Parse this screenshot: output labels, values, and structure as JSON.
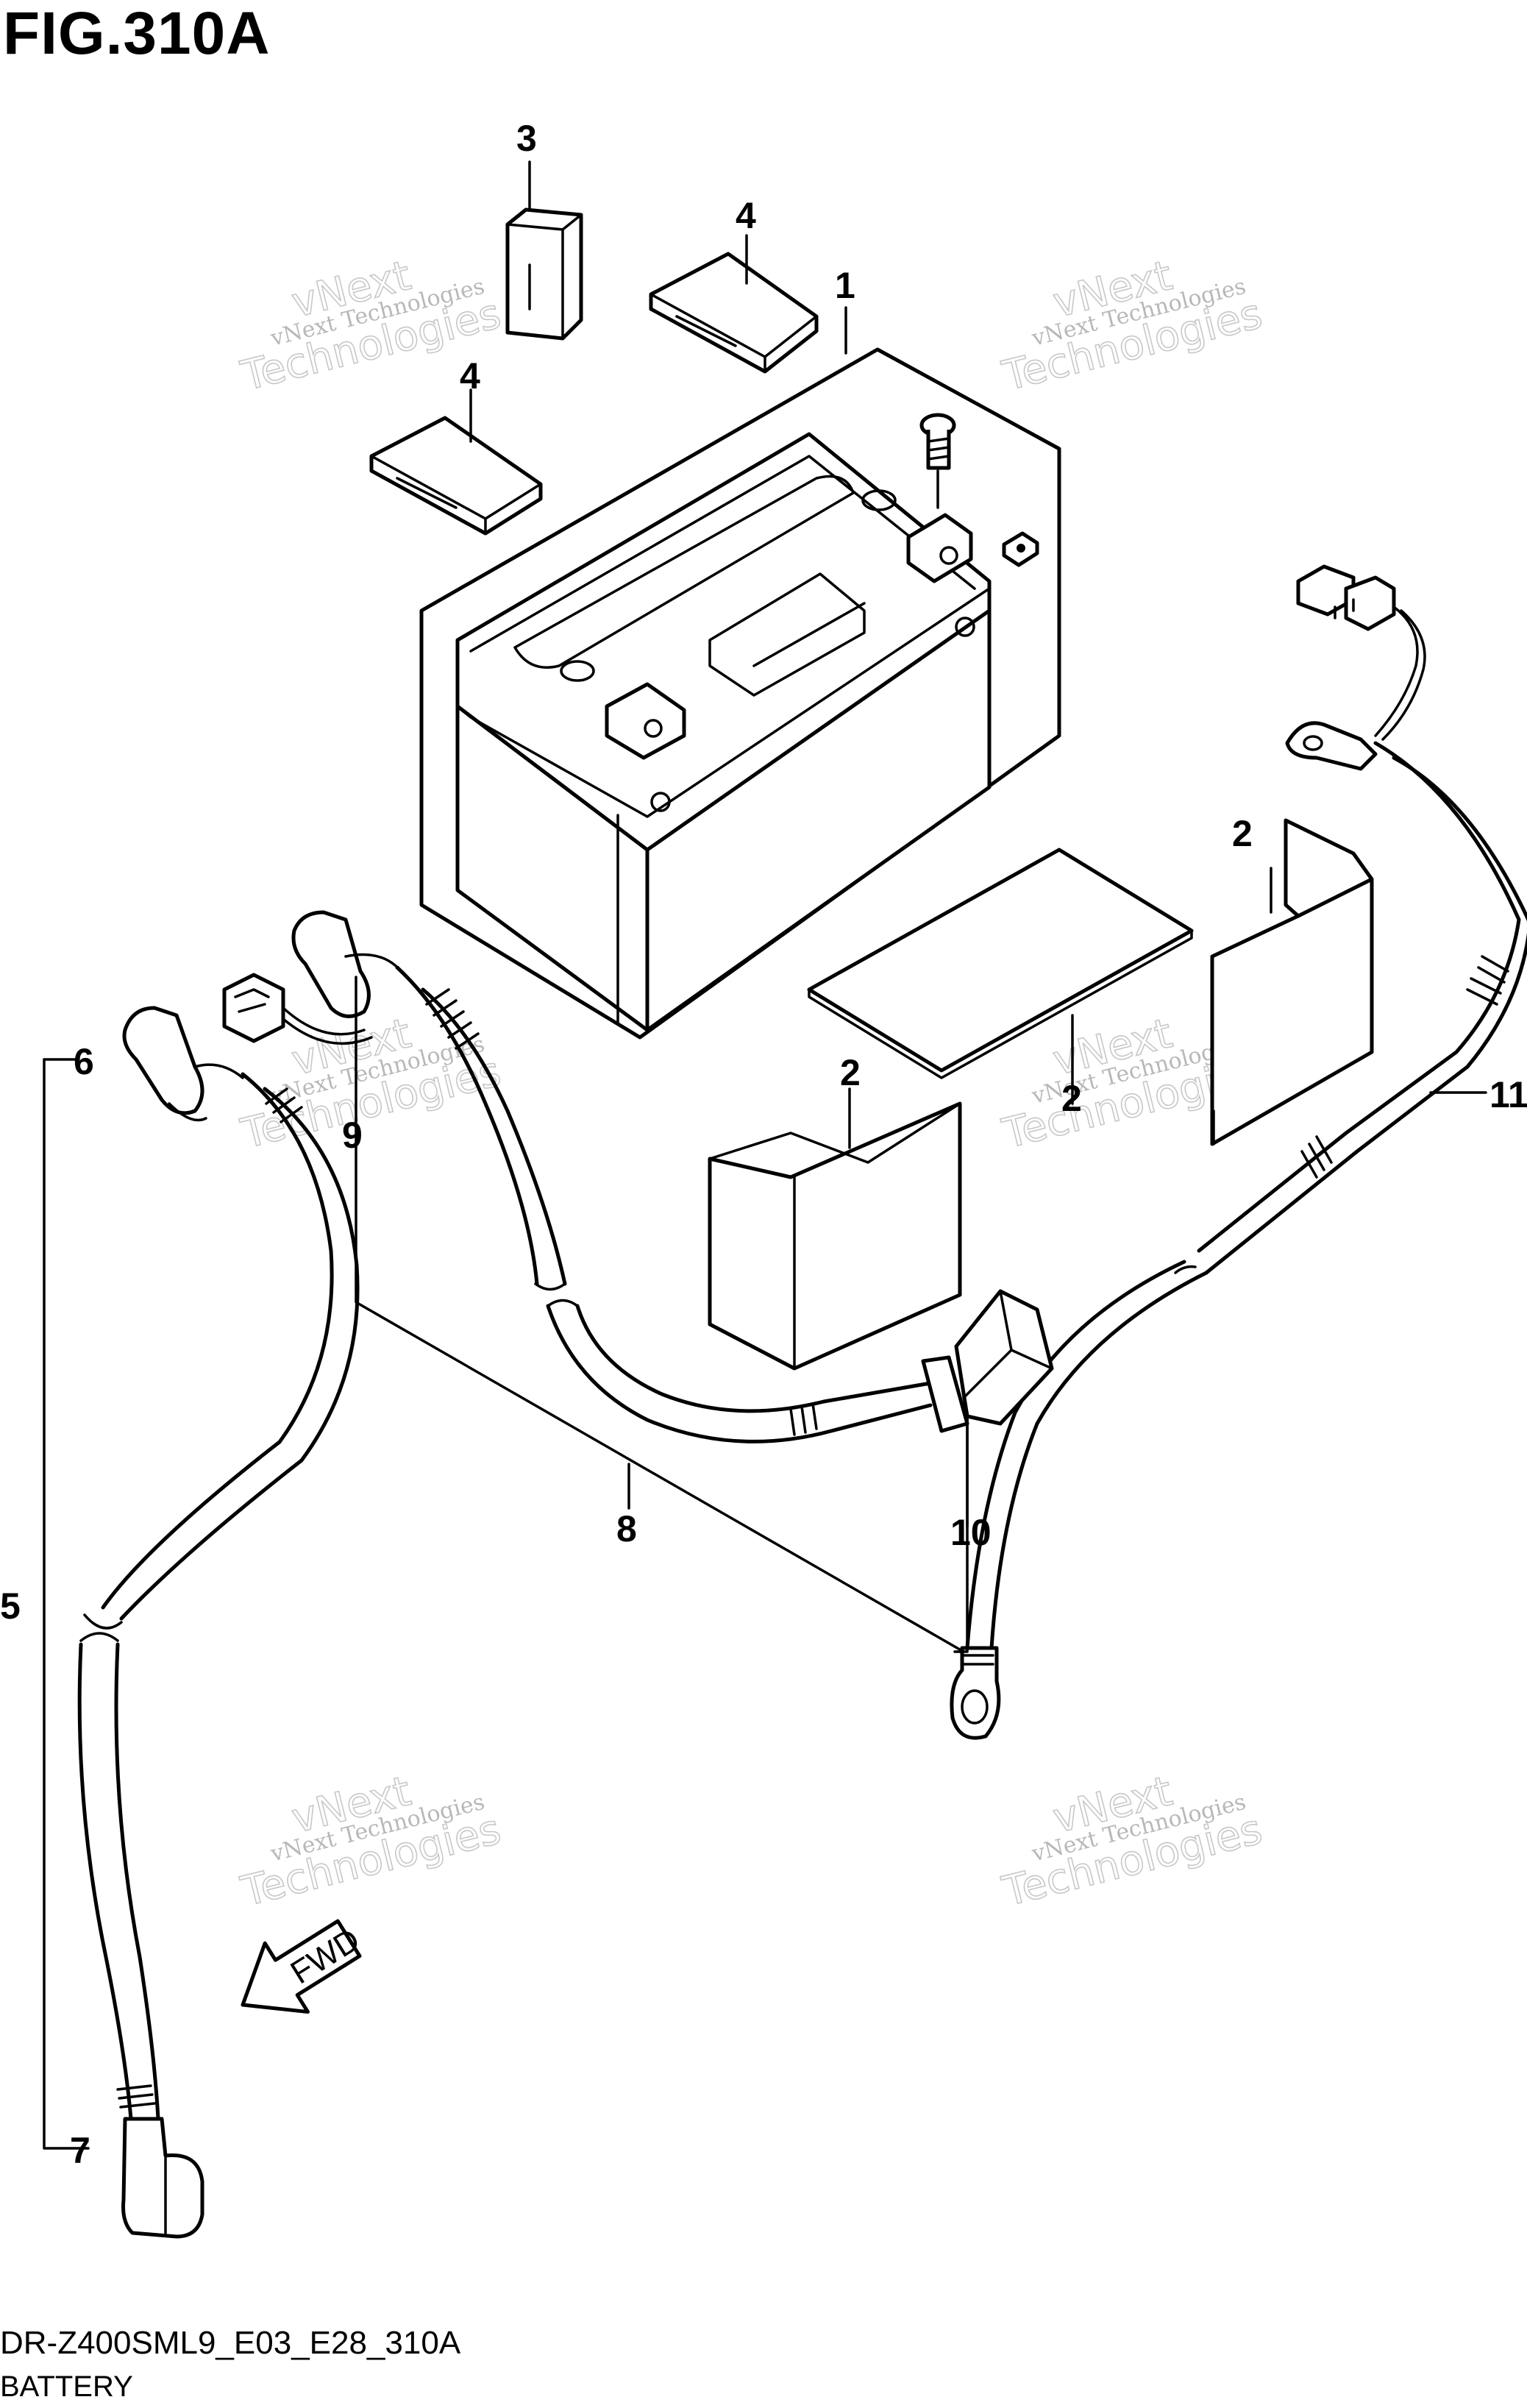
{
  "figure": {
    "title": "FIG.310A",
    "model_code": "DR-Z400SML9_E03_E28_310A",
    "group_name": "BATTERY"
  },
  "callouts": [
    "1",
    "2",
    "2",
    "2",
    "3",
    "4",
    "4",
    "5",
    "6",
    "7",
    "8",
    "9",
    "10",
    "11"
  ],
  "watermark": {
    "line1": "vNext Technologies",
    "line2": "vNext",
    "line3": "Technologies"
  },
  "direction_label": "FWD"
}
